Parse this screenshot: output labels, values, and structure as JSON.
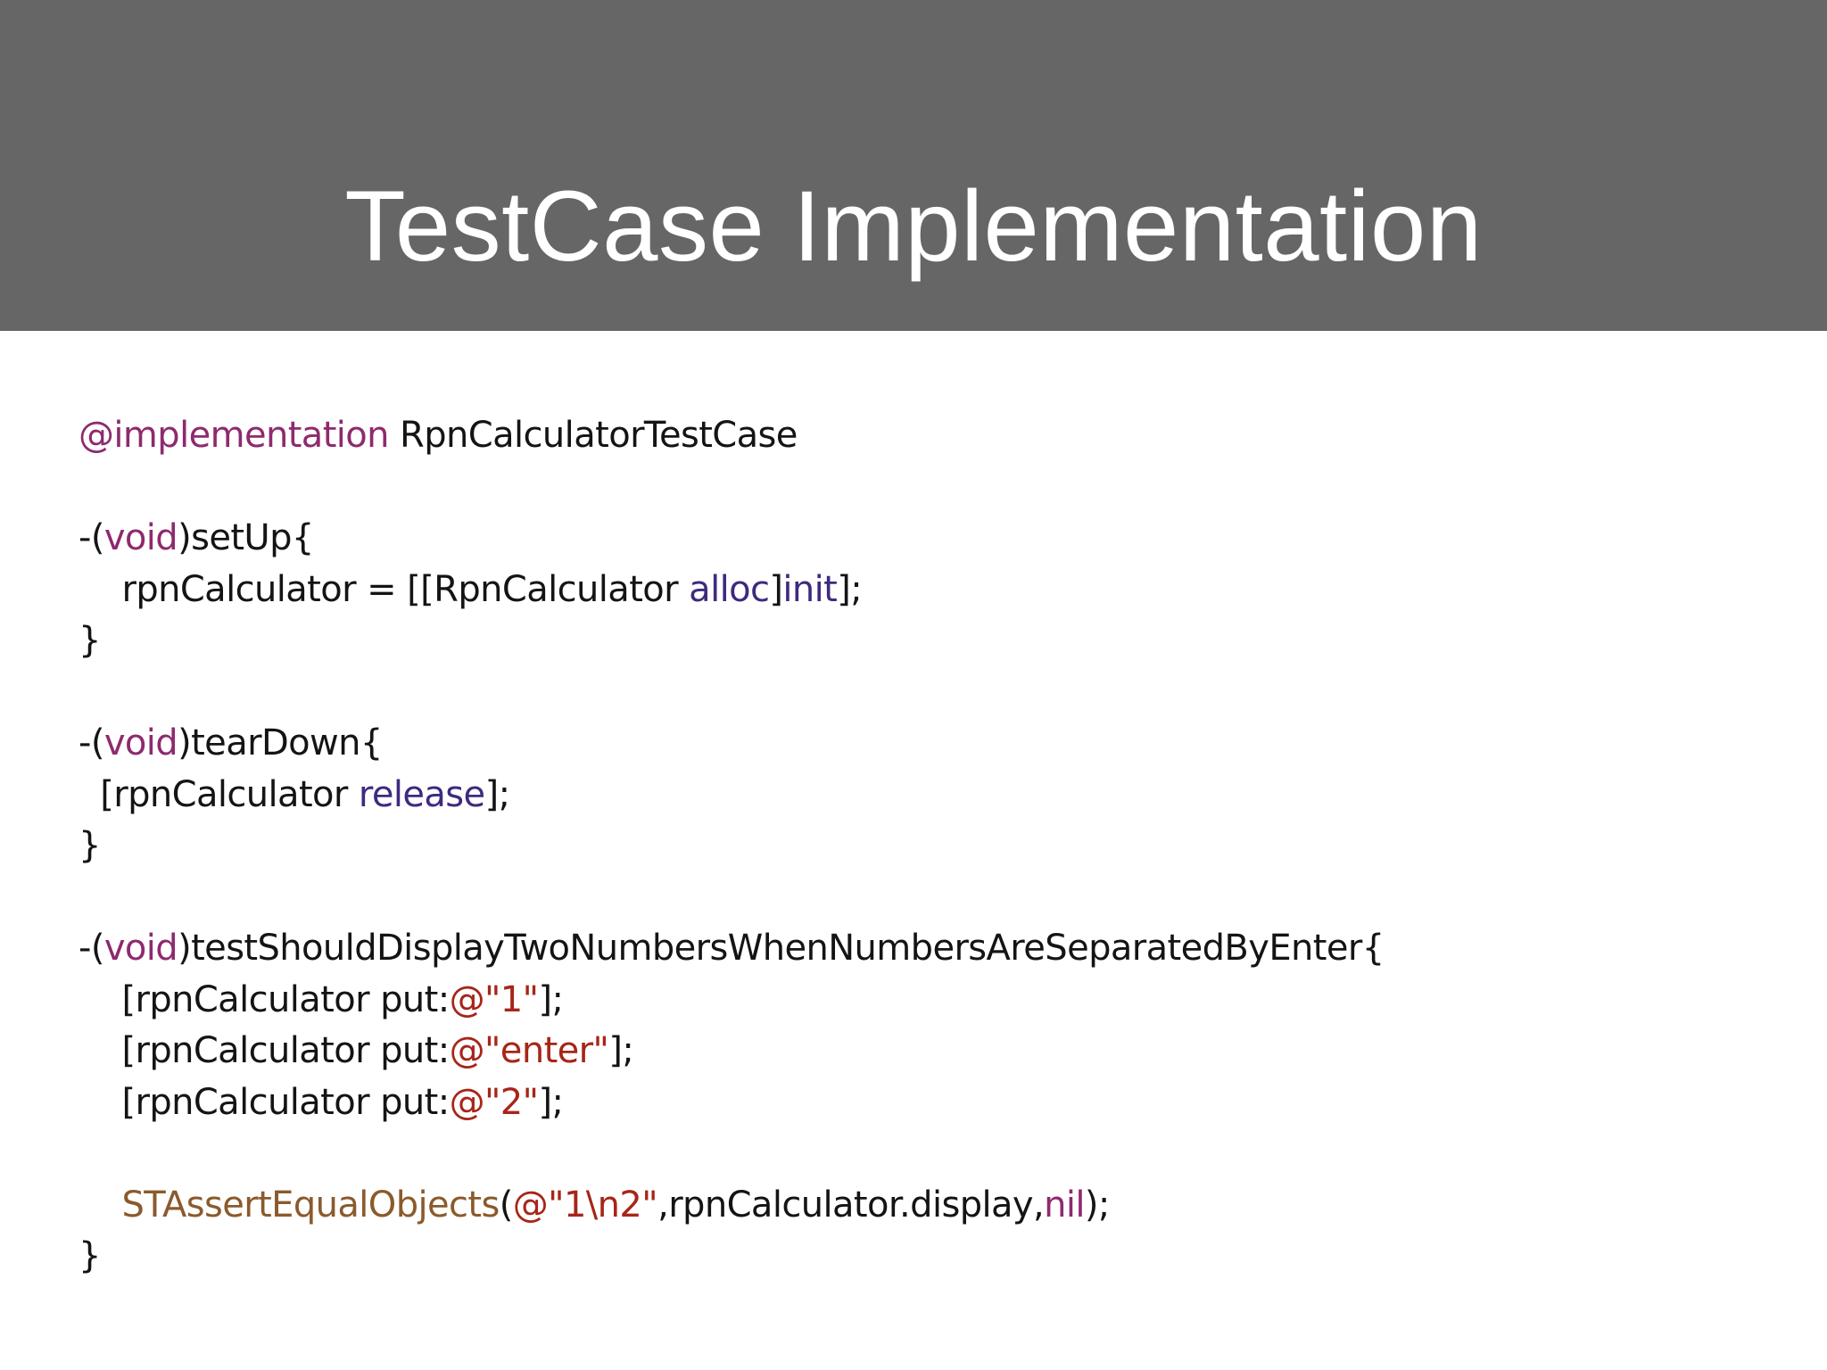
{
  "slide": {
    "title": "TestCase Implementation",
    "header_background": "#666666",
    "title_color": "#ffffff",
    "body_background": "#ffffff"
  },
  "palette": {
    "plain": "#141414",
    "keyword": "#8E2A6E",
    "identifier": "#3E7C7E",
    "method": "#3F2A7E",
    "string": "#A72519",
    "macro": "#8B5A2B"
  },
  "code": {
    "language": "objective-c",
    "lines": [
      {
        "id": "line-implementation",
        "tokens": [
          {
            "text": "@implementation",
            "style": "keyword"
          },
          {
            "text": " RpnCalculatorTestCase",
            "style": "plain"
          }
        ]
      },
      {
        "id": "line-blank-1",
        "tokens": []
      },
      {
        "id": "line-setup-signature",
        "tokens": [
          {
            "text": "-(",
            "style": "plain"
          },
          {
            "text": "void",
            "style": "keyword"
          },
          {
            "text": ")setUp{",
            "style": "plain"
          }
        ]
      },
      {
        "id": "line-setup-alloc-init",
        "tokens": [
          {
            "text": "    ",
            "style": "plain"
          },
          {
            "text": "rpnCalculator",
            "style": "identifier"
          },
          {
            "text": " = [[",
            "style": "plain"
          },
          {
            "text": "RpnCalculator",
            "style": "identifier"
          },
          {
            "text": " ",
            "style": "plain"
          },
          {
            "text": "alloc",
            "style": "method"
          },
          {
            "text": "]",
            "style": "plain"
          },
          {
            "text": "init",
            "style": "method"
          },
          {
            "text": "];",
            "style": "plain"
          }
        ]
      },
      {
        "id": "line-setup-close",
        "tokens": [
          {
            "text": "}",
            "style": "plain"
          }
        ]
      },
      {
        "id": "line-blank-2",
        "tokens": []
      },
      {
        "id": "line-teardown-signature",
        "tokens": [
          {
            "text": "-(",
            "style": "plain"
          },
          {
            "text": "void",
            "style": "keyword"
          },
          {
            "text": ")tearDown{",
            "style": "plain"
          }
        ]
      },
      {
        "id": "line-teardown-release",
        "tokens": [
          {
            "text": "  [",
            "style": "plain"
          },
          {
            "text": "rpnCalculator",
            "style": "identifier"
          },
          {
            "text": " ",
            "style": "plain"
          },
          {
            "text": "release",
            "style": "method"
          },
          {
            "text": "];",
            "style": "plain"
          }
        ]
      },
      {
        "id": "line-teardown-close",
        "tokens": [
          {
            "text": "}",
            "style": "plain"
          }
        ]
      },
      {
        "id": "line-blank-3",
        "tokens": []
      },
      {
        "id": "line-test-signature",
        "tokens": [
          {
            "text": "-(",
            "style": "plain"
          },
          {
            "text": "void",
            "style": "keyword"
          },
          {
            "text": ")testShouldDisplayTwoNumbersWhenNumbersAreSeparatedByEnter{",
            "style": "plain"
          }
        ]
      },
      {
        "id": "line-put-1",
        "tokens": [
          {
            "text": "    [",
            "style": "plain"
          },
          {
            "text": "rpnCalculator",
            "style": "identifier"
          },
          {
            "text": " put:",
            "style": "plain"
          },
          {
            "text": "@\"1\"",
            "style": "string"
          },
          {
            "text": "];",
            "style": "plain"
          }
        ]
      },
      {
        "id": "line-put-enter",
        "tokens": [
          {
            "text": "    [",
            "style": "plain"
          },
          {
            "text": "rpnCalculator",
            "style": "identifier"
          },
          {
            "text": " put:",
            "style": "plain"
          },
          {
            "text": "@\"enter\"",
            "style": "string"
          },
          {
            "text": "];",
            "style": "plain"
          }
        ]
      },
      {
        "id": "line-put-2",
        "tokens": [
          {
            "text": "    [",
            "style": "plain"
          },
          {
            "text": "rpnCalculator",
            "style": "identifier"
          },
          {
            "text": " put:",
            "style": "plain"
          },
          {
            "text": "@\"2\"",
            "style": "string"
          },
          {
            "text": "];",
            "style": "plain"
          }
        ]
      },
      {
        "id": "line-blank-4",
        "tokens": []
      },
      {
        "id": "line-assert",
        "tokens": [
          {
            "text": "    ",
            "style": "plain"
          },
          {
            "text": "STAssertEqualObjects",
            "style": "macro"
          },
          {
            "text": "(",
            "style": "plain"
          },
          {
            "text": "@\"1\\n2\"",
            "style": "string"
          },
          {
            "text": ",",
            "style": "plain"
          },
          {
            "text": "rpnCalculator",
            "style": "identifier"
          },
          {
            "text": ".",
            "style": "plain"
          },
          {
            "text": "display",
            "style": "identifier"
          },
          {
            "text": ",",
            "style": "plain"
          },
          {
            "text": "nil",
            "style": "keyword"
          },
          {
            "text": ");",
            "style": "plain"
          }
        ]
      },
      {
        "id": "line-test-close",
        "tokens": [
          {
            "text": "}",
            "style": "plain"
          }
        ]
      }
    ]
  }
}
